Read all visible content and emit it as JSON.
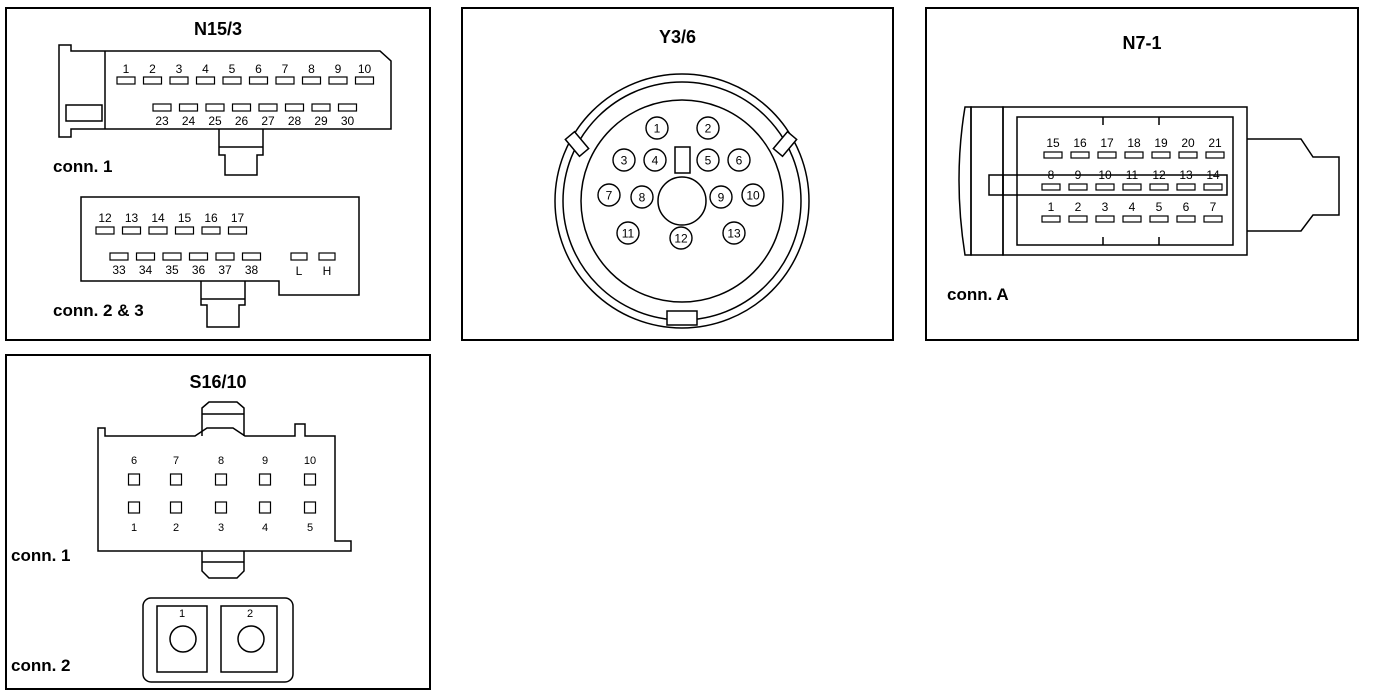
{
  "panels": {
    "n15": {
      "title": "N15/3",
      "conn1_label": "conn. 1",
      "conn23_label": "conn.  2 & 3",
      "conn1_top_pins": [
        "1",
        "2",
        "3",
        "4",
        "5",
        "6",
        "7",
        "8",
        "9",
        "10"
      ],
      "conn1_bottom_pins": [
        "23",
        "24",
        "25",
        "26",
        "27",
        "28",
        "29",
        "30"
      ],
      "conn23_top_pins": [
        "12",
        "13",
        "14",
        "15",
        "16",
        "17"
      ],
      "conn23_bottom_pins": [
        "33",
        "34",
        "35",
        "36",
        "37",
        "38"
      ],
      "conn23_can_pins": [
        "L",
        "H"
      ]
    },
    "y36": {
      "title": "Y3/6",
      "pins": [
        "1",
        "2",
        "3",
        "4",
        "5",
        "6",
        "7",
        "8",
        "9",
        "10",
        "11",
        "12",
        "13"
      ]
    },
    "n71": {
      "title": "N7-1",
      "conn_label": "conn. A",
      "row_top": [
        "15",
        "16",
        "17",
        "18",
        "19",
        "20",
        "21"
      ],
      "row_mid": [
        "8",
        "9",
        "10",
        "11",
        "12",
        "13",
        "14"
      ],
      "row_bot": [
        "1",
        "2",
        "3",
        "4",
        "5",
        "6",
        "7"
      ]
    },
    "s16": {
      "title": "S16/10",
      "conn1_label": "conn. 1",
      "conn2_label": "conn. 2",
      "top_pins": [
        "6",
        "7",
        "8",
        "9",
        "10"
      ],
      "bottom_pins": [
        "1",
        "2",
        "3",
        "4",
        "5"
      ],
      "conn2_pins": [
        "1",
        "2"
      ]
    }
  }
}
